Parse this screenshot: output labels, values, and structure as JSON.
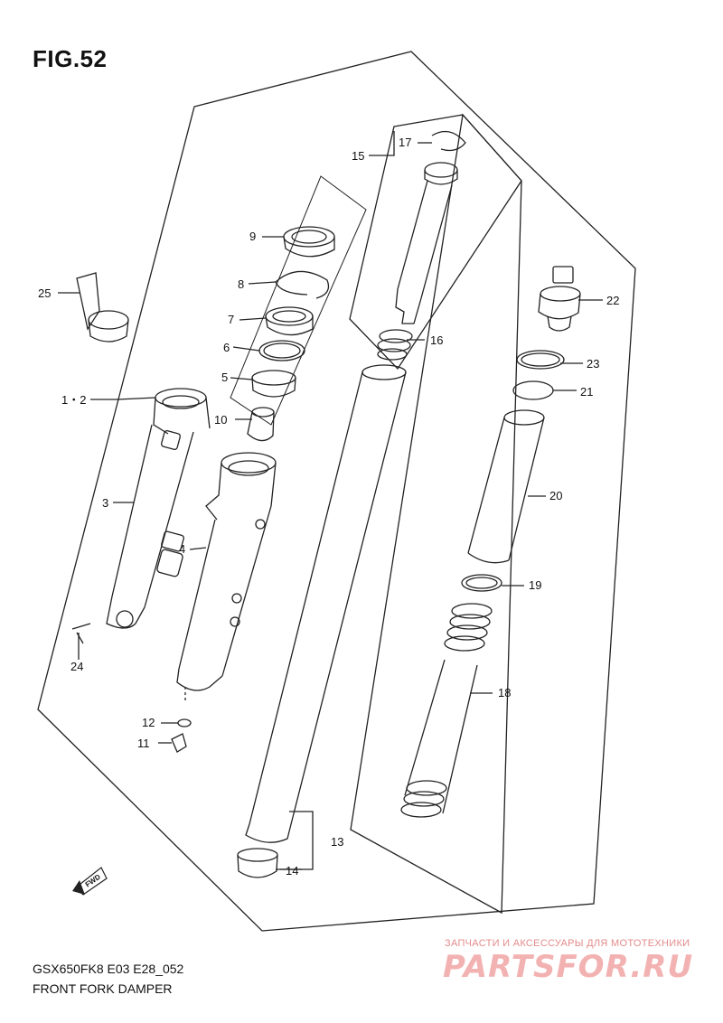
{
  "figure": {
    "title": "FIG.52",
    "model_code": "GSX650FK8 E03 E28_052",
    "caption": "FRONT FORK DAMPER"
  },
  "callouts": [
    "1・2",
    "3",
    "4",
    "5",
    "6",
    "7",
    "8",
    "9",
    "10",
    "11",
    "12",
    "13",
    "14",
    "15",
    "16",
    "17",
    "18",
    "19",
    "20",
    "21",
    "22",
    "23",
    "24",
    "25"
  ],
  "fwd_label": "FWD",
  "watermark": {
    "line1": "ЗАПЧАСТИ И АКСЕССУАРЫ ДЛЯ МОТОТЕХНИКИ",
    "logo": "PARTSFOR.RU"
  },
  "colors": {
    "line": "#222222",
    "watermark_text": "#e48b8b",
    "watermark_logo": "#f3b2b2"
  }
}
